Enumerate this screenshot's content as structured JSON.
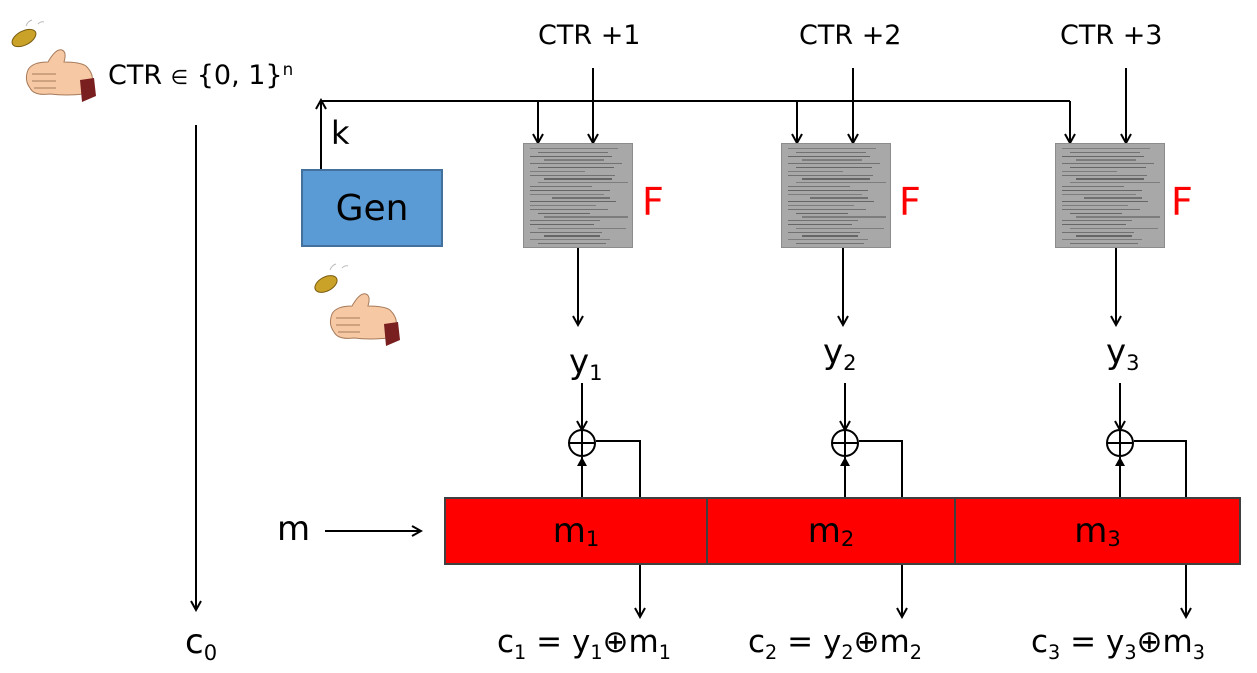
{
  "header": {
    "ctr_main": "CTR",
    "member_symbol": "∈",
    "set_text": "{0, 1}",
    "set_exponent": "n",
    "key_label": "k"
  },
  "gen": {
    "label": "Gen"
  },
  "counters": [
    "CTR +1",
    "CTR +2",
    "CTR +3"
  ],
  "f_label": "F",
  "outputs": [
    {
      "var": "y",
      "index": "1"
    },
    {
      "var": "y",
      "index": "2"
    },
    {
      "var": "y",
      "index": "3"
    }
  ],
  "xor_symbol": "⊕",
  "message": {
    "label": "m",
    "blocks": [
      {
        "var": "m",
        "index": "1"
      },
      {
        "var": "m",
        "index": "2"
      },
      {
        "var": "m",
        "index": "3"
      }
    ]
  },
  "ciphertexts": {
    "c0": {
      "var": "c",
      "index": "0"
    },
    "formulas": [
      {
        "c": "c",
        "idx": "1",
        "eq": " = ",
        "y": "y",
        "op": "⊕",
        "m": "m"
      },
      {
        "c": "c",
        "idx": "2",
        "eq": " = ",
        "y": "y",
        "op": "⊕",
        "m": "m"
      },
      {
        "c": "c",
        "idx": "3",
        "eq": " = ",
        "y": "y",
        "op": "⊕",
        "m": "m"
      }
    ]
  },
  "colors": {
    "gen_fill": "#5B9BD5",
    "message_fill": "#FF0000",
    "f_label": "#FF0000",
    "f_box": "#A8A8A8"
  },
  "icons": [
    "coin-flip-hand-icon",
    "coin-flip-hand-icon"
  ]
}
